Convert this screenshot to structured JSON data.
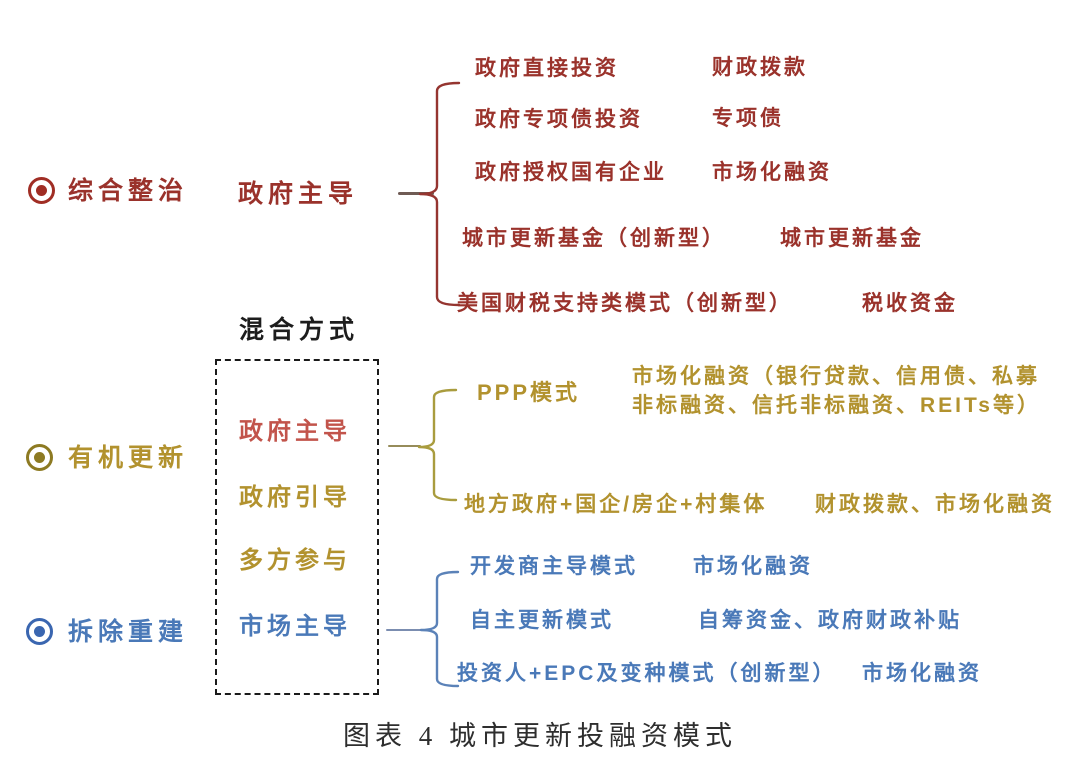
{
  "caption": "图表 4 城市更新投融资模式",
  "palette": {
    "red": "#9a322b",
    "gold": "#b2922e",
    "blue": "#4a79b8",
    "box_red": "#c2544b",
    "black": "#1d1d1d"
  },
  "mixed_box": {
    "title": "混合方式",
    "items": [
      {
        "label": "政府主导"
      },
      {
        "label": "政府引导"
      },
      {
        "label": "多方参与"
      },
      {
        "label": "市场主导"
      }
    ]
  },
  "groups": [
    {
      "category": "综合整治",
      "mode_label": "政府主导",
      "rows": [
        {
          "mode": "政府直接投资",
          "funding": "财政拨款"
        },
        {
          "mode": "政府专项债投资",
          "funding": "专项债"
        },
        {
          "mode": "政府授权国有企业",
          "funding": "市场化融资"
        },
        {
          "mode": "城市更新基金（创新型）",
          "funding": "城市更新基金"
        },
        {
          "mode": "美国财税支持类模式（创新型）",
          "funding": "税收资金"
        }
      ]
    },
    {
      "category": "有机更新",
      "rows": [
        {
          "mode": "PPP模式",
          "funding_lines": [
            "市场化融资（银行贷款、信用债、私募",
            "非标融资、信托非标融资、REITs等）"
          ]
        },
        {
          "mode": "地方政府+国企/房企+村集体",
          "funding": "财政拨款、市场化融资"
        }
      ]
    },
    {
      "category": "拆除重建",
      "rows": [
        {
          "mode": "开发商主导模式",
          "funding": "市场化融资"
        },
        {
          "mode": "自主更新模式",
          "funding": "自筹资金、政府财政补贴"
        },
        {
          "mode": "投资人+EPC及变种模式（创新型）",
          "funding": "市场化融资"
        }
      ]
    }
  ]
}
